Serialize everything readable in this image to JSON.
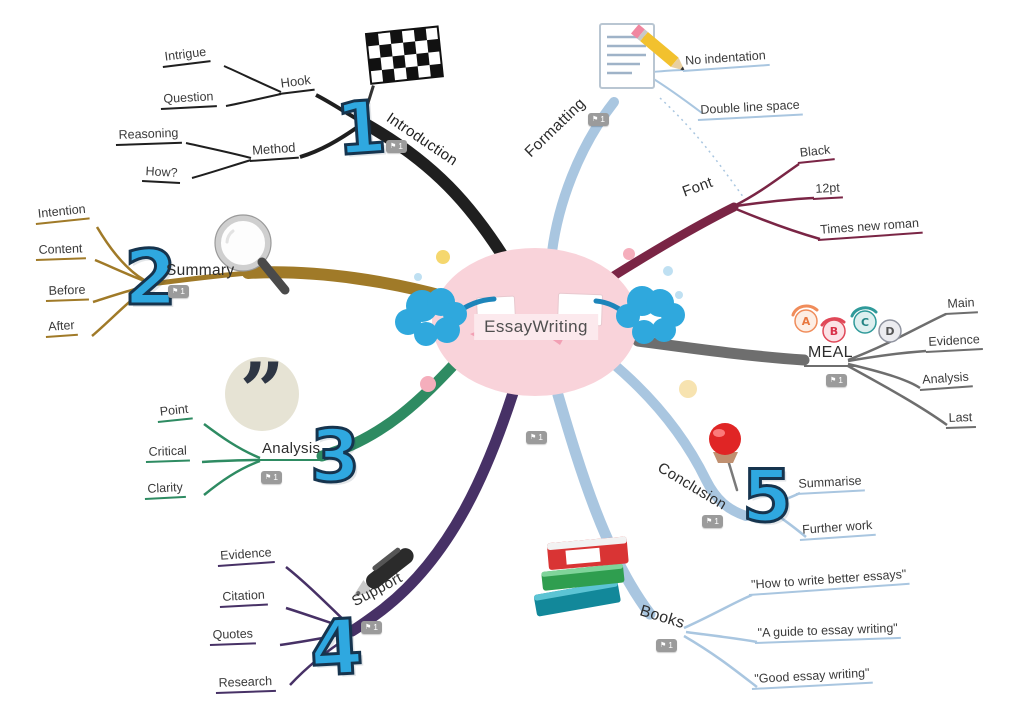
{
  "center": {
    "title": "EssayWriting"
  },
  "badge": {
    "count": "1"
  },
  "branches": {
    "introduction": {
      "label": "Introduction",
      "number": "1",
      "nodes": {
        "hook": "Hook",
        "method": "Method",
        "intrigue": "Intrigue",
        "question": "Question",
        "reasoning": "Reasoning",
        "how": "How?"
      }
    },
    "summary": {
      "label": "Summary",
      "number": "2",
      "nodes": {
        "intention": "Intention",
        "content": "Content",
        "before": "Before",
        "after": "After"
      }
    },
    "analysis": {
      "label": "Analysis",
      "number": "3",
      "nodes": {
        "point": "Point",
        "critical": "Critical",
        "clarity": "Clarity"
      }
    },
    "support": {
      "label": "Support",
      "number": "4",
      "nodes": {
        "evidence": "Evidence",
        "citation": "Citation",
        "quotes": "Quotes",
        "research": "Research"
      }
    },
    "books": {
      "label": "Books",
      "nodes": {
        "title1": "\"How to write better essays\"",
        "title2": "\"A guide to essay writing\"",
        "title3": "\"Good essay writing\""
      }
    },
    "conclusion": {
      "label": "Conclusion",
      "number": "5",
      "nodes": {
        "summarise": "Summarise",
        "further_work": "Further work"
      }
    },
    "meal": {
      "label": "MEAL",
      "letters": {
        "a": "A",
        "b": "B",
        "c": "C",
        "d": "D"
      },
      "nodes": {
        "main": "Main",
        "evidence": "Evidence",
        "analysis": "Analysis",
        "last": "Last"
      }
    },
    "font": {
      "label": "Font",
      "nodes": {
        "black": "Black",
        "size": "12pt",
        "times": "Times new roman"
      }
    },
    "formatting": {
      "label": "Formatting",
      "nodes": {
        "no_indentation": "No indentation",
        "double_line_space": "Double line space"
      }
    }
  },
  "colors": {
    "introduction": "#1f1f1f",
    "summary": "#a07a28",
    "analysis": "#2e8b62",
    "support": "#473166",
    "books": "#a9c6e0",
    "conclusion": "#a9c6e0",
    "meal": "#6e6e6e",
    "font": "#7a2545",
    "formatting": "#a9c6e0",
    "center_fill": "#f9d3da",
    "cloud": "#2fa8dd",
    "number": "#2fa8e0",
    "pin_red": "#e02525",
    "book_red": "#d93434"
  }
}
